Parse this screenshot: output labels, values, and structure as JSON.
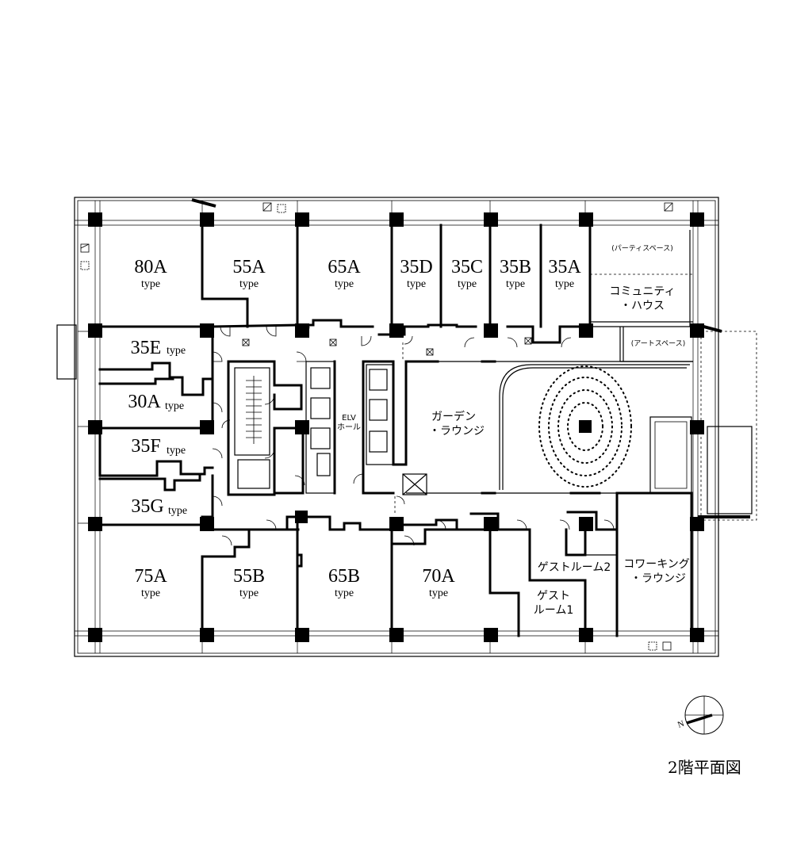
{
  "units": {
    "u80a": {
      "name": "80A",
      "type": "type"
    },
    "u55a": {
      "name": "55A",
      "type": "type"
    },
    "u65a": {
      "name": "65A",
      "type": "type"
    },
    "u35d": {
      "name": "35D",
      "type": "type"
    },
    "u35c": {
      "name": "35C",
      "type": "type"
    },
    "u35b": {
      "name": "35B",
      "type": "type"
    },
    "u35a": {
      "name": "35A",
      "type": "type"
    },
    "u35e": {
      "name": "35E",
      "type": "type"
    },
    "u30a": {
      "name": "30A",
      "type": "type"
    },
    "u35f": {
      "name": "35F",
      "type": "type"
    },
    "u35g": {
      "name": "35G",
      "type": "type"
    },
    "u75a": {
      "name": "75A",
      "type": "type"
    },
    "u55b": {
      "name": "55B",
      "type": "type"
    },
    "u65b": {
      "name": "65B",
      "type": "type"
    },
    "u70a": {
      "name": "70A",
      "type": "type"
    }
  },
  "spaces": {
    "party_space": "(パーティスペース)",
    "community_line1": "コミュニティ",
    "community_line2": "・ハウス",
    "art_space": "(アートスペース)",
    "garden_line1": "ガーデン",
    "garden_line2": "・ラウンジ",
    "elv_line1": "ELV",
    "elv_line2": "ホール",
    "guest2": "ゲストルーム2",
    "guest1_line1": "ゲスト",
    "guest1_line2": "ルーム1",
    "cowork_line1": "コワーキング",
    "cowork_line2": "・ラウンジ"
  },
  "compass": {
    "north_label": "N"
  },
  "caption": "2階平面図"
}
